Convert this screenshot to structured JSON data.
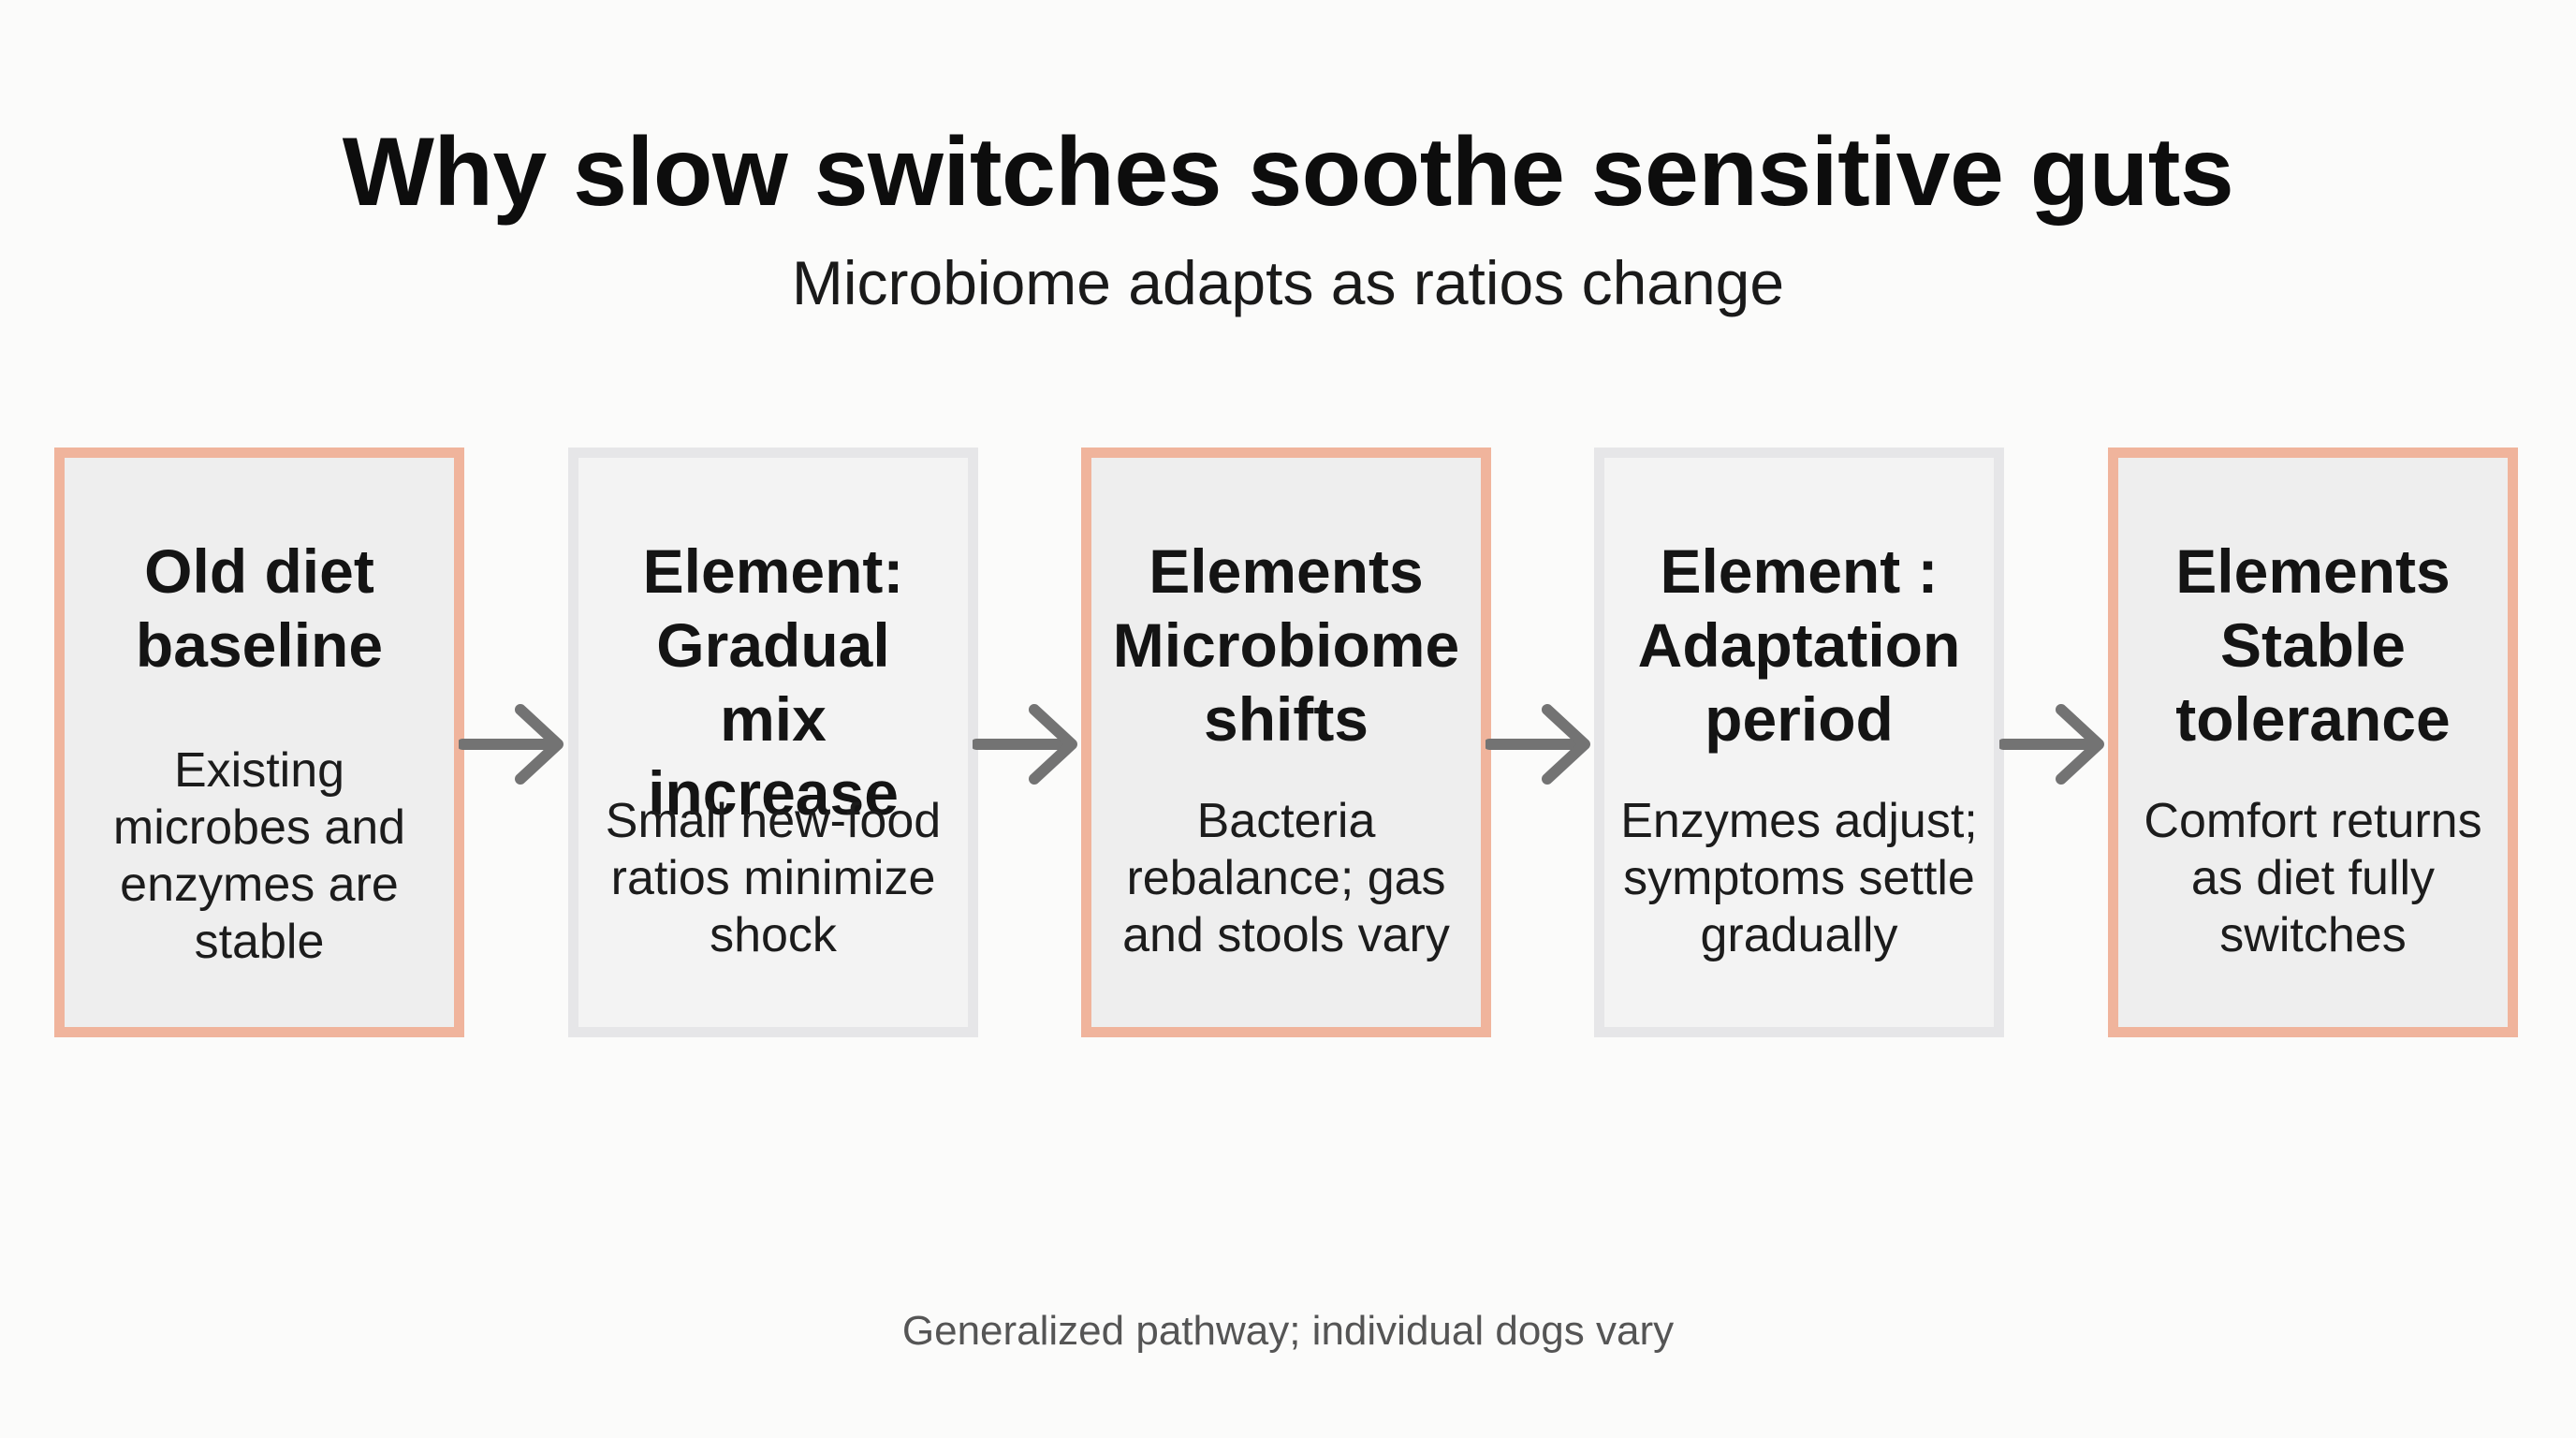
{
  "title": "Why slow switches soothe sensitive guts",
  "subtitle": "Microbiome adapts as ratios change",
  "steps": [
    {
      "title": "Old diet baseline",
      "body": "Existing microbes and enzymes are stable",
      "style": "accent"
    },
    {
      "title": "Element: Gradual mix increase",
      "body": "Small new-food ratios minimize shock",
      "style": "plain"
    },
    {
      "title": "Elements Microbiome shifts",
      "body": "Bacteria rebalance; gas and stools vary",
      "style": "accent"
    },
    {
      "title": "Element : Adaptation period",
      "body": "Enzymes adjust; symptoms settle gradually",
      "style": "plain"
    },
    {
      "title": "Elements Stable tolerance",
      "body": "Comfort returns as diet fully switches",
      "style": "accent"
    }
  ],
  "footnote": "Generalized pathway; individual dogs vary",
  "colors": {
    "accent_border": "#f0b49c",
    "plain_border": "#e6e6e8",
    "arrow": "#737373"
  },
  "icons": {
    "connector": "arrow-right-icon"
  }
}
